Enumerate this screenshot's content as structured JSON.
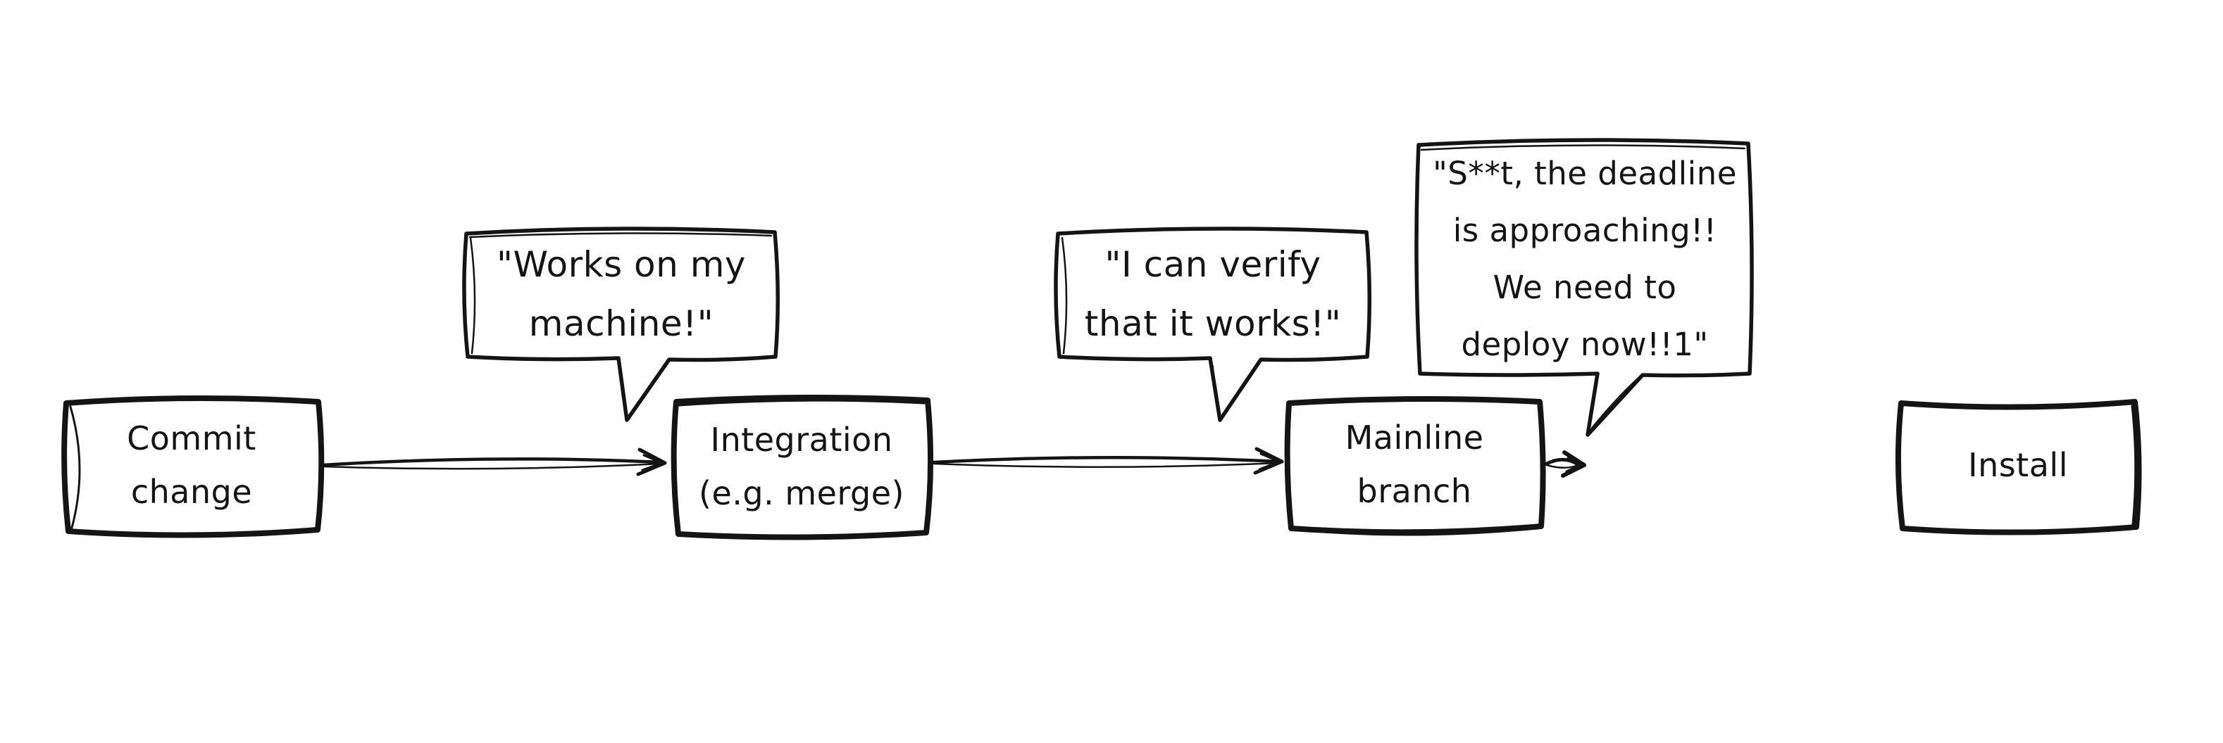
{
  "canvas": {
    "background_color": "#ffffff",
    "ink_color": "#141414"
  },
  "nodes": [
    {
      "id": "commit-change",
      "label_lines": [
        "Commit",
        "change"
      ]
    },
    {
      "id": "integration",
      "label_lines": [
        "Integration",
        "(e.g. merge)"
      ]
    },
    {
      "id": "mainline-branch",
      "label_lines": [
        "Mainline",
        "branch"
      ]
    },
    {
      "id": "install",
      "label_lines": [
        "Install"
      ]
    }
  ],
  "speech_bubbles": [
    {
      "id": "works-on-my-machine",
      "lines": [
        "\"Works on my",
        "machine!\""
      ]
    },
    {
      "id": "i-can-verify",
      "lines": [
        "\"I can verify",
        "that it works!\""
      ]
    },
    {
      "id": "deadline",
      "lines": [
        "\"S**t, the deadline",
        "is approaching!!",
        "We need to",
        "deploy now!!1\""
      ]
    }
  ],
  "edges": [
    {
      "id": "commit-to-integration",
      "from": "commit-change",
      "to": "integration"
    },
    {
      "id": "integration-to-mainline",
      "from": "integration",
      "to": "mainline-branch"
    },
    {
      "id": "mainline-outgoing",
      "from": "mainline-branch",
      "to": ""
    }
  ]
}
